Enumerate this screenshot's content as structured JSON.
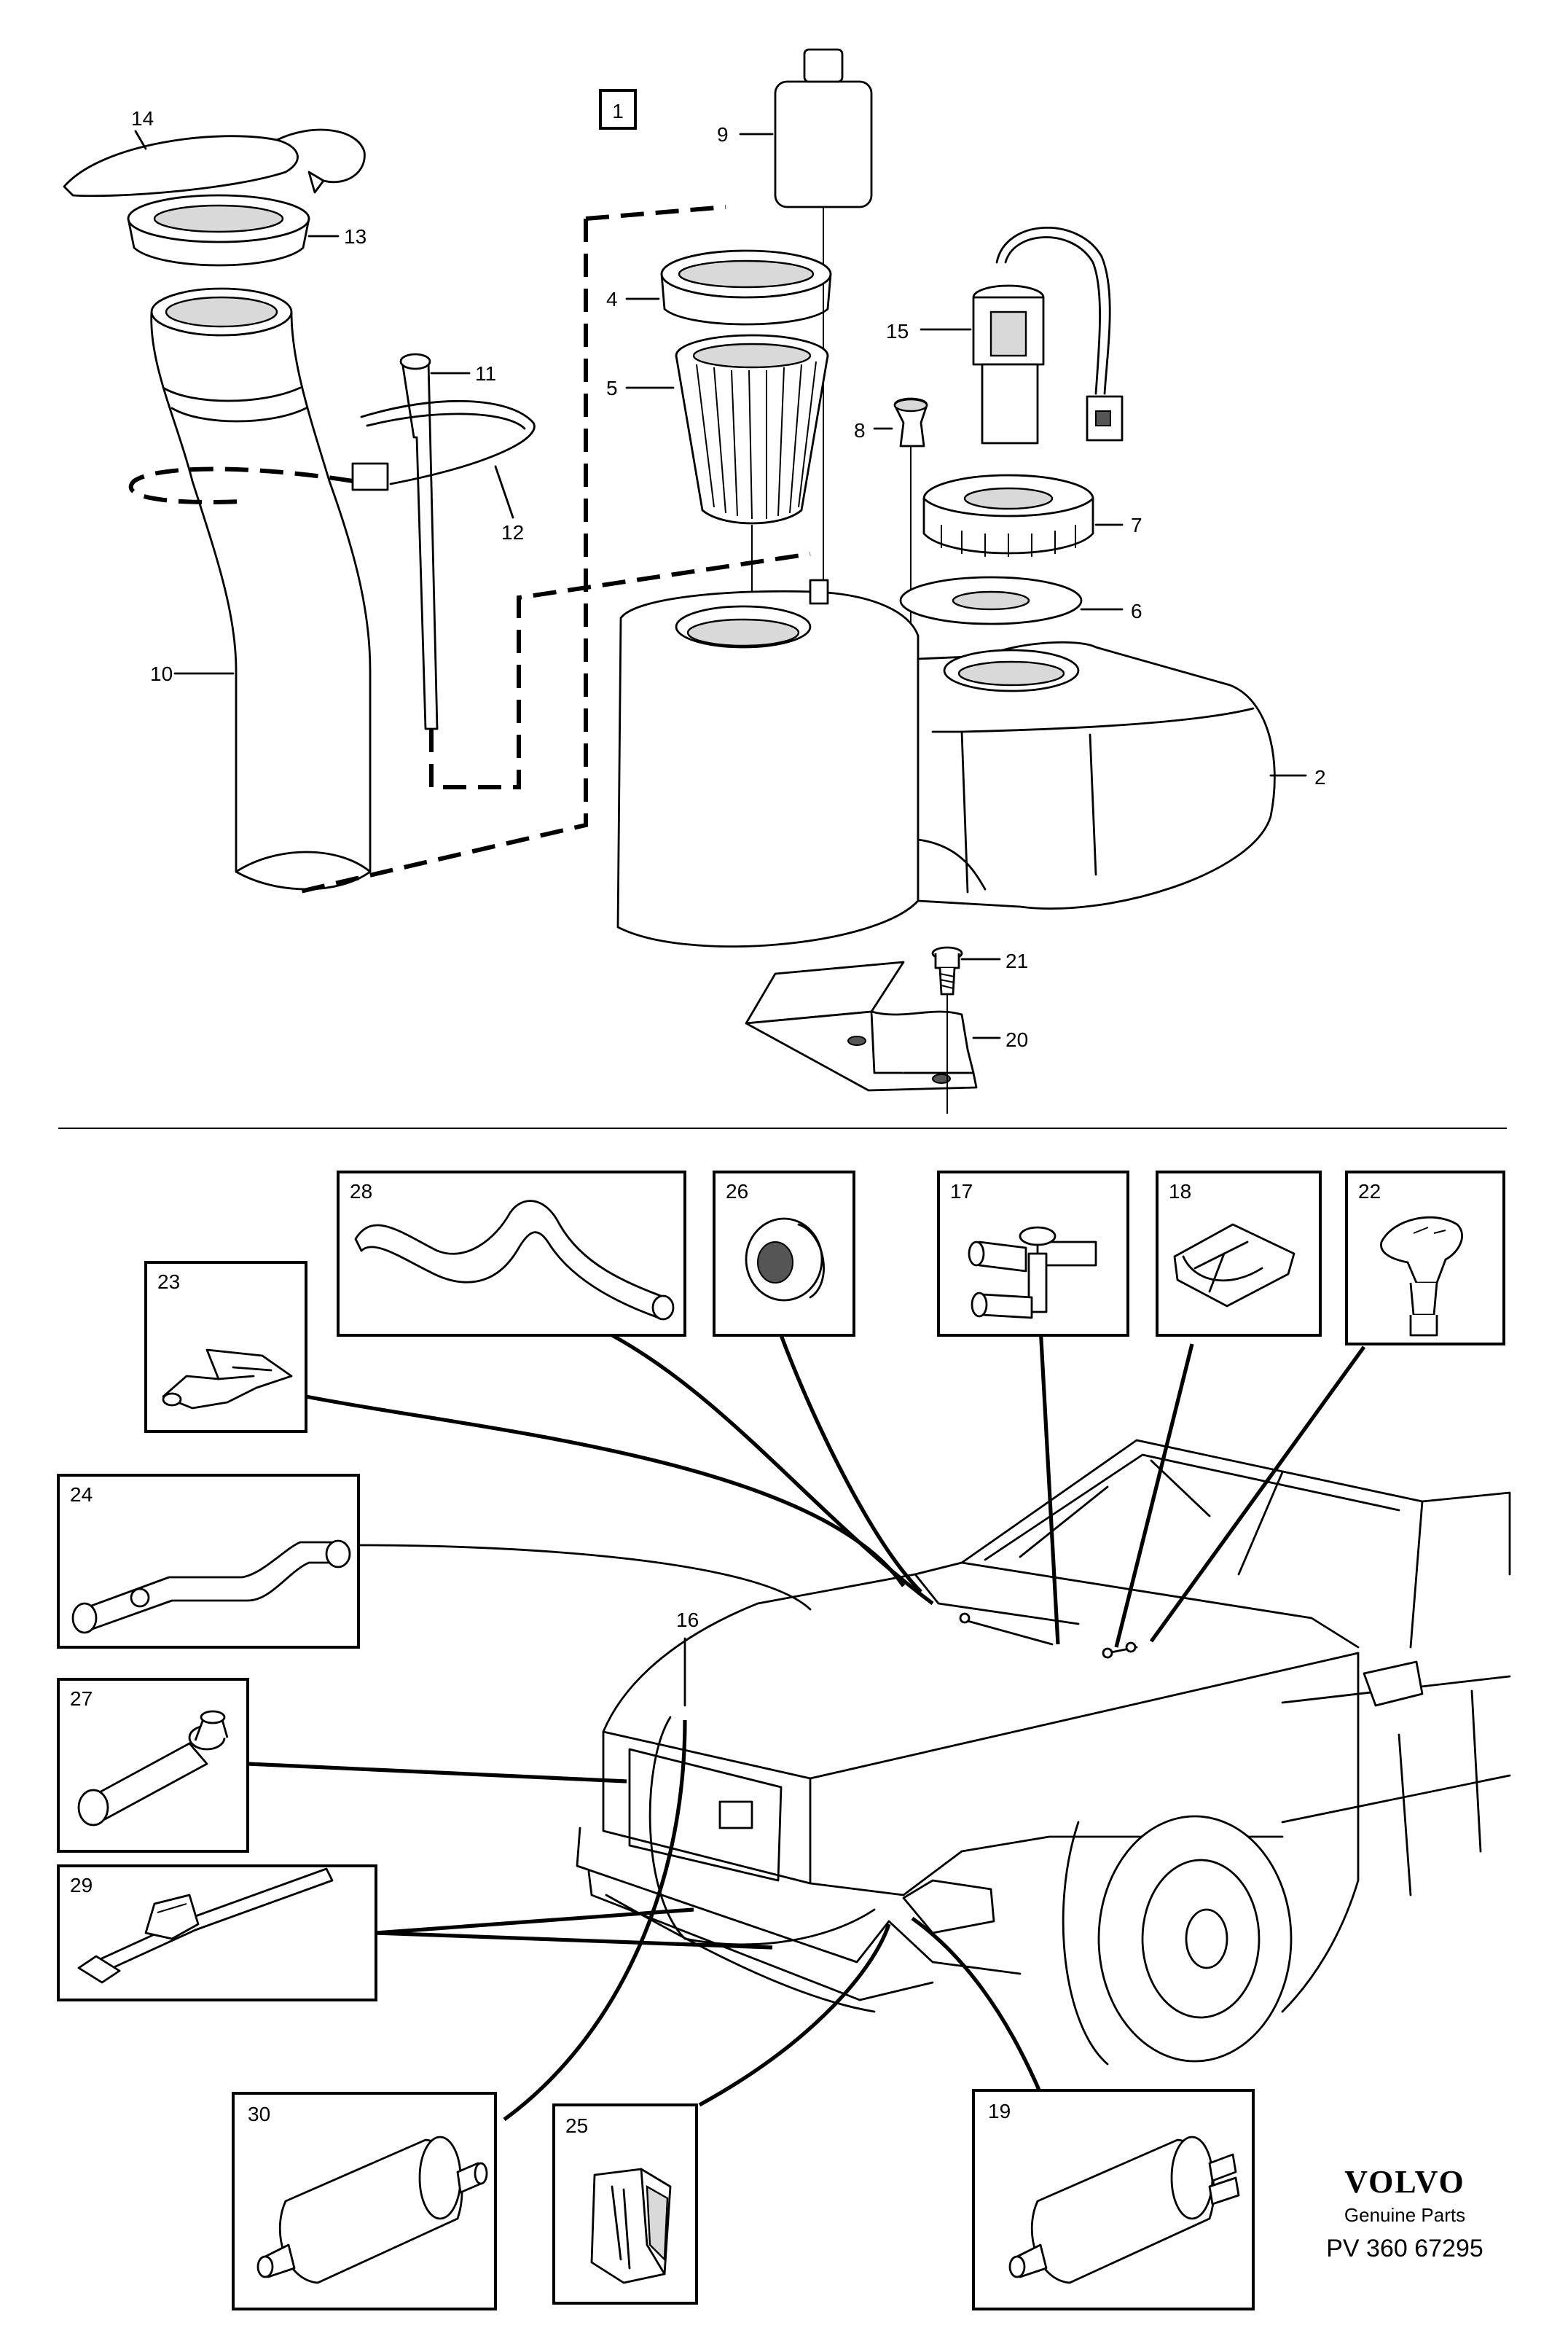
{
  "diagram": {
    "group_marker": "1",
    "brand": {
      "name": "VOLVO",
      "subtitle": "Genuine Parts",
      "code": "PV 360 67295"
    },
    "callouts": {
      "c14": "14",
      "c13": "13",
      "c9": "9",
      "c4": "4",
      "c5": "5",
      "c15": "15",
      "c11": "11",
      "c8": "8",
      "c7": "7",
      "c6": "6",
      "c12": "12",
      "c10": "10",
      "c2": "2",
      "c21": "21",
      "c20": "20",
      "c16": "16"
    },
    "boxes": {
      "b28": "28",
      "b26": "26",
      "b17": "17",
      "b18": "18",
      "b22": "22",
      "b23": "23",
      "b24": "24",
      "b27": "27",
      "b29": "29",
      "b30": "30",
      "b25": "25",
      "b19": "19"
    }
  }
}
